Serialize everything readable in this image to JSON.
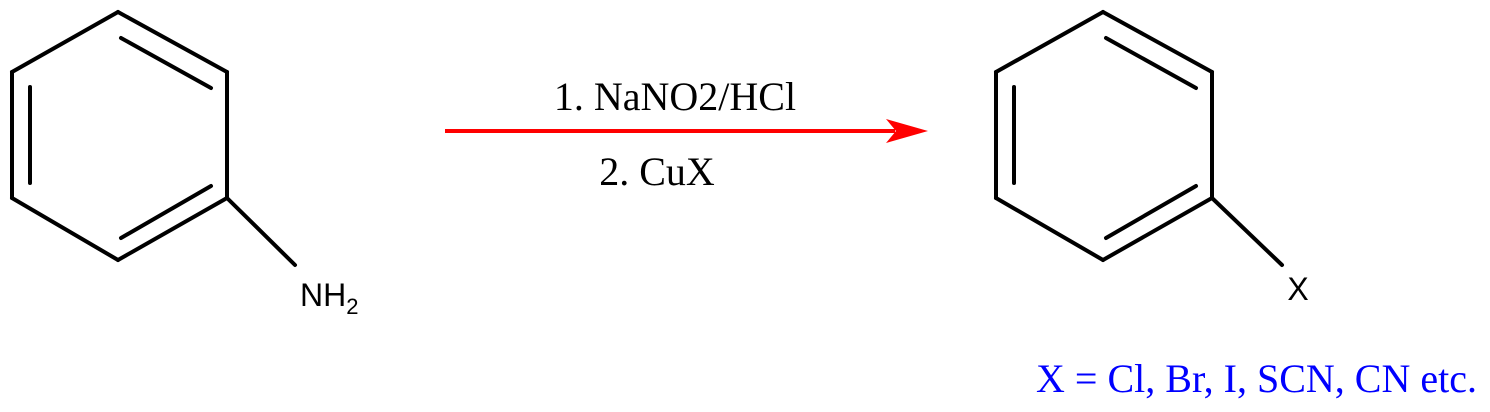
{
  "reactant": {
    "substituent": {
      "main": "NH",
      "subscript": "2"
    }
  },
  "arrow": {
    "color": "#ff0000",
    "conditions_above": "1. NaNO2/HCl",
    "conditions_below": "2. CuX"
  },
  "product": {
    "substituent": "X"
  },
  "note": {
    "text": "X = Cl, Br, I, SCN, CN etc.",
    "color": "#0000ff"
  }
}
